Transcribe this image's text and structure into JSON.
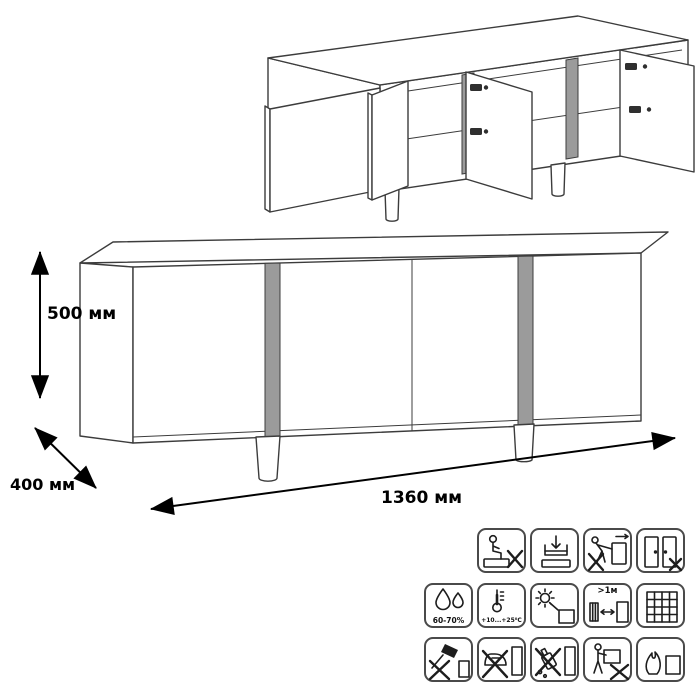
{
  "dimension_labels": {
    "height": "500 мм",
    "depth": "400 мм",
    "width": "1360 мм"
  },
  "pictograms": {
    "humidity_text": "60-70%",
    "temperature_text": "+10...+25⁰C",
    "distance_text": ">1м",
    "row1_icons": [
      "no-sitting-icon",
      "press-clamp-icon",
      "no-pushing-icon",
      "open-door-icon"
    ],
    "row2_icons": [
      "humidity-icon",
      "temperature-icon",
      "avoid-sunlight-icon",
      "heat-distance-icon",
      "ventilation-grid-icon"
    ],
    "row3_icons": [
      "no-impact-icon",
      "no-hot-objects-icon",
      "no-solvents-icon",
      "no-carry-alone-icon",
      "keep-from-fire-icon"
    ]
  },
  "colors": {
    "line": "#3c3c3c",
    "divider_fill": "#9b9b9b",
    "dimension": "#000000"
  }
}
